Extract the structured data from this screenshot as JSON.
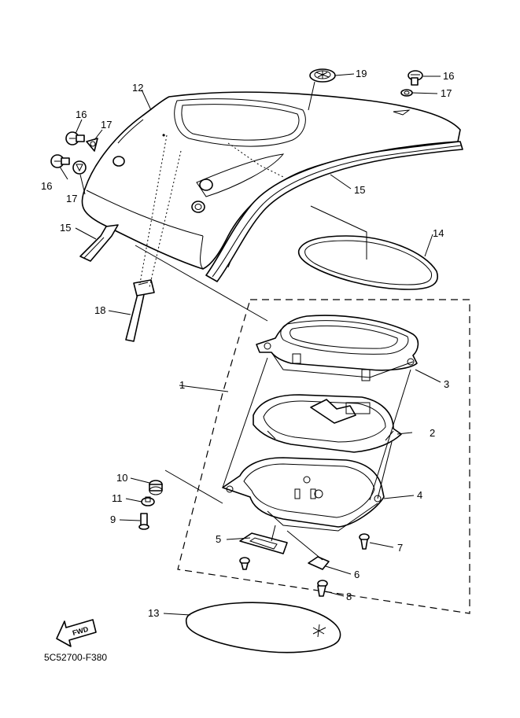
{
  "diagram": {
    "code": "5C52700-F380",
    "fwd_label": "FWD",
    "callouts": [
      "1",
      "2",
      "3",
      "4",
      "5",
      "6",
      "7",
      "8",
      "9",
      "10",
      "11",
      "12",
      "13",
      "14",
      "15",
      "15",
      "16",
      "16",
      "16",
      "17",
      "17",
      "17",
      "18",
      "19"
    ]
  },
  "colors": {
    "line": "#000000",
    "background": "#ffffff"
  }
}
